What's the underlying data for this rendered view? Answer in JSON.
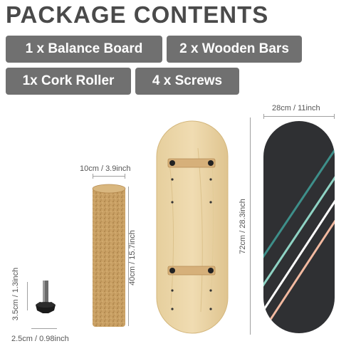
{
  "header": {
    "title": "PACKAGE CONTENTS"
  },
  "contents": [
    {
      "label": "1 x  Balance Board"
    },
    {
      "label": "2 x Wooden Bars"
    },
    {
      "label": "1x Cork Roller"
    },
    {
      "label": "4 x Screws"
    }
  ],
  "dimensions": {
    "roller_width": "10cm / 3.9inch",
    "roller_height": "40cm / 15.7inch",
    "screw_height": "3.5cm / 1.3inch",
    "screw_width": "2.5cm / 0.98inch",
    "board_width": "28cm / 11inch",
    "board_height": "72cm / 28.3inch"
  },
  "colors": {
    "pill_bg": "#707070",
    "title_text": "#4a4a4a",
    "cork": "#c9a064",
    "wood": "#e8d3a6",
    "board_top": "#2f3033",
    "stripe_teal": "#3e8f8a",
    "stripe_mint": "#8fd3c4",
    "stripe_peach": "#f2b9a0"
  },
  "icons": {
    "screw": "screw-icon",
    "roller": "cork-roller-icon",
    "board_bottom": "balance-board-bottom-icon",
    "board_top": "balance-board-top-icon"
  }
}
